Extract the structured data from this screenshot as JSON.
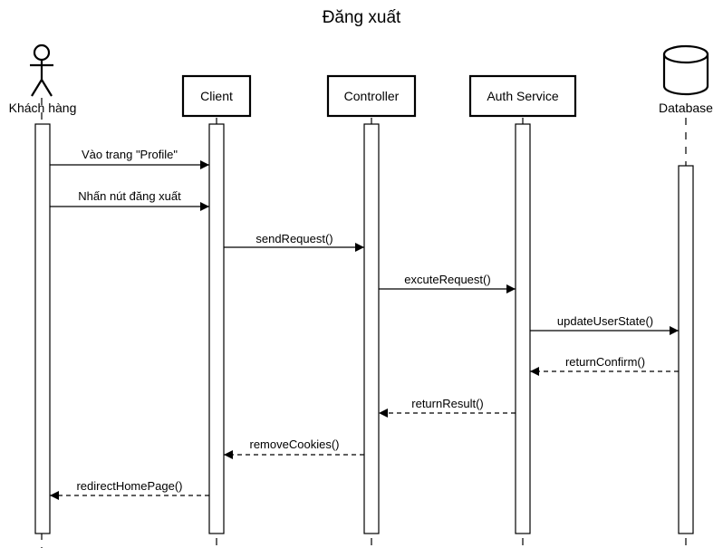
{
  "title": "Đăng xuất",
  "participants": {
    "customer": "Khách hàng",
    "client": "Client",
    "controller": "Controller",
    "auth": "Auth Service",
    "database": "Database"
  },
  "messages": [
    "Vào trang \"Profile\"",
    "Nhấn nút đăng xuất",
    "sendRequest()",
    "excuteRequest()",
    "updateUserState()",
    "returnConfirm()",
    "returnResult()",
    "removeCookies()",
    "redirectHomePage()"
  ]
}
